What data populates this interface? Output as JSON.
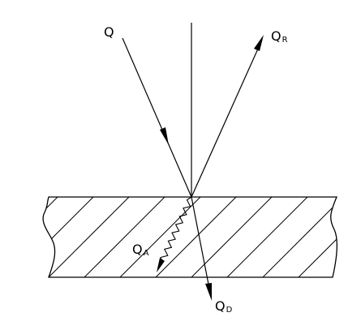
{
  "labels": {
    "incident": "Q",
    "reflected": "Q",
    "reflected_sub": "R",
    "absorbed": "Q",
    "absorbed_sub": "A",
    "transmitted": "Q",
    "transmitted_sub": "D"
  },
  "colors": {
    "stroke": "#000000",
    "background": "#ffffff"
  }
}
